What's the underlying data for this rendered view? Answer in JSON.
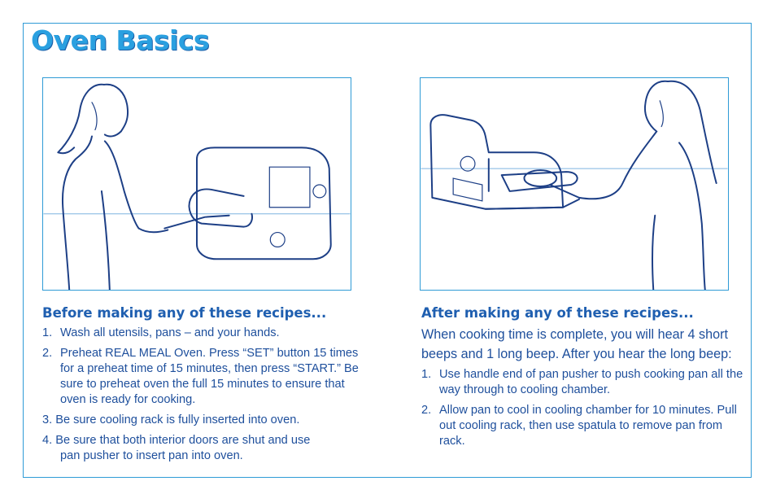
{
  "title": "Oven Basics",
  "illustrations": [
    {
      "label": "woman-inserting-pan"
    },
    {
      "label": "woman-pushing-pan-to-cooling-chamber"
    }
  ],
  "before": {
    "heading": "Before making any of these recipes...",
    "items": [
      {
        "num": "1.",
        "text": "Wash all utensils, pans – and your hands."
      },
      {
        "num": "2.",
        "text": "Preheat REAL MEAL Oven. Press “SET” button 15 times for a preheat time of 15 minutes, then press “START.” Be sure to preheat oven the full 15 minutes to ensure that oven is ready for cooking."
      },
      {
        "num": "3.",
        "text": "Be sure cooling rack is fully inserted into oven."
      },
      {
        "num": "4.",
        "text": "Be sure that both interior doors are shut and use",
        "rest": "pan pusher to insert pan into oven."
      }
    ]
  },
  "after": {
    "heading": "After making any of these recipes...",
    "intro": "When cooking time is complete, you will hear 4 short beeps and 1 long beep. After you hear the long beep:",
    "items": [
      {
        "num": "1.",
        "text": "Use handle end of pan pusher to push cooking pan all the way through to cooling chamber."
      },
      {
        "num": "2.",
        "text": "Allow pan to cool in cooling chamber for 10 minutes. Pull out cooling rack, then use spatula to remove pan from rack."
      }
    ]
  },
  "colors": {
    "accent": "#2aa0e0",
    "text": "#1e4f9c",
    "border": "#2f9bd6"
  }
}
